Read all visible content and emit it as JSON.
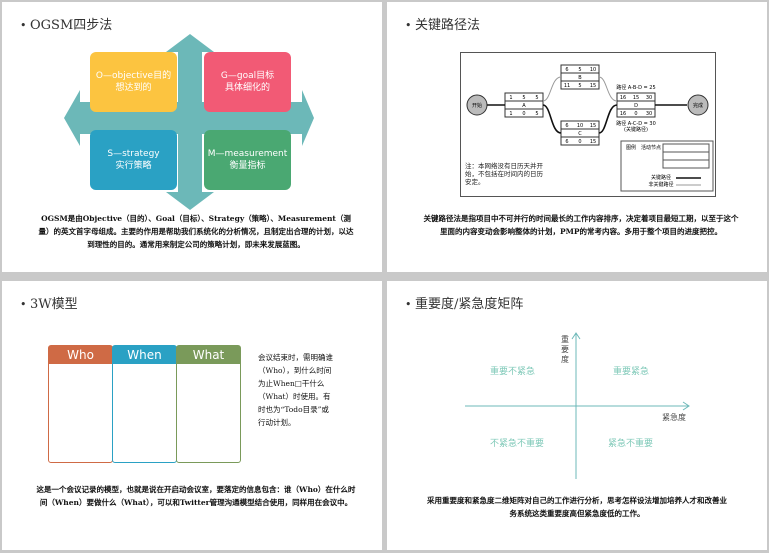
{
  "ogsm": {
    "title": "OGSM四步法",
    "o": "O—objective目的\n想达到的",
    "g": "G—goal目标\n具体细化的",
    "s": "S—strategy\n实行策略",
    "m": "M—measurement\n衡量指标",
    "desc": "OGSM是由Objective（目的）、Goal（目标）、Strategy（策略）、Measurement（测量）的英文首字母组成。主要的作用是帮助我们系统化的分析情况，且制定出合理的计划，以达到理性的目的。通常用来制定公司的策略计划，即未来发展蓝图。",
    "colors": {
      "o": "#fcc440",
      "g": "#f25a75",
      "s": "#2aa1c4",
      "m": "#4aa872",
      "arrow": "#6cb8b8"
    }
  },
  "cpm": {
    "title": "关键路径法",
    "start": "开始",
    "end": "完成",
    "nodes": {
      "A": [
        "1",
        "5",
        "5",
        "A",
        "1",
        "0",
        "5"
      ],
      "B": [
        "6",
        "5",
        "10",
        "B",
        "11",
        "5",
        "15"
      ],
      "C": [
        "6",
        "10",
        "15",
        "C",
        "6",
        "0",
        "15"
      ],
      "D": [
        "16",
        "15",
        "30",
        "D",
        "16",
        "0",
        "30"
      ]
    },
    "path1": "路径 A-B-D = 25",
    "path2": "路径 A-C-D = 30",
    "path2b": "(关键路径)",
    "note": "注：本网络没有日历天并开始，不包括在时间内的日历安定。",
    "legend": "图例",
    "legend_node": "活动节点",
    "legend_critical": "关键路径",
    "legend_noncritical": "非关键路径",
    "desc": "关键路径法是指项目中不可并行的时间最长的工作内容排序，决定着项目最短工期，以至于这个里面的内容变动会影响整体的计划，PMP的常考内容。多用于整个项目的进度把控。"
  },
  "w3": {
    "title": "3W模型",
    "cols": [
      {
        "label": "Who",
        "color": "#cf6a45"
      },
      {
        "label": "When",
        "color": "#2aa1c4"
      },
      {
        "label": "What",
        "color": "#7a9a5a"
      }
    ],
    "side": "会议结束时，需明确谁（Who），到什么时间为止When□干什么（What）时使用。有时也为“Todo目录”或行动计划。",
    "desc": "这是一个会议记录的模型，也就是说在开启动会议室，要落定的信息包含：谁（Who）在什么时间（When）要做什么（What），可以和Twitter管理沟通模型结合使用，同样用在会议中。"
  },
  "matrix": {
    "title": "重要度/紧急度矩阵",
    "y_axis": "重要度",
    "x_axis": "紧急度",
    "q1": "重要不紧急",
    "q2": "重要紧急",
    "q3": "不紧急不重要",
    "q4": "紧急不重要",
    "desc": "采用重要度和紧急度二维矩阵对自己的工作进行分析，思考怎样设法增加培养人才和改善业务系统这类重要度高但紧急度低的工作。"
  }
}
